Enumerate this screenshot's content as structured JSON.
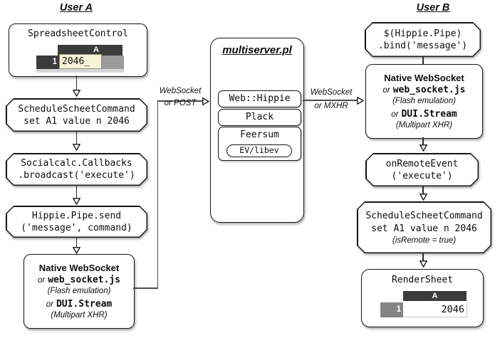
{
  "headings": {
    "user_a": "User A",
    "user_b": "User B"
  },
  "left_column": {
    "spreadsheet_control": {
      "title": "SpreadsheetControl",
      "sheet": {
        "col_header": "A",
        "row_header": "1",
        "cell_value": "2046_"
      }
    },
    "schedule_command": {
      "line1": "ScheduleScheetCommand",
      "line2": "set A1 value n 2046"
    },
    "socialcalc_callbacks": {
      "line1": "Socialcalc.Callbacks",
      "line2": ".broadcast('execute')"
    },
    "hippie_pipe_send": {
      "line1": "Hippie.Pipe.send",
      "line2": "('message', command)"
    }
  },
  "websocket_stack": {
    "title": "Native WebSocket",
    "or1": "or",
    "lib1": "web_socket.js",
    "note1": "(Flash emulation)",
    "or2": "or",
    "lib2": "DUI.Stream",
    "note2": "(Multipart XHR)"
  },
  "server": {
    "title": "multiserver.pl",
    "layers": [
      "Web::Hippie",
      "Plack",
      "Feersum"
    ],
    "engine": "EV/libev"
  },
  "connectors": {
    "left": {
      "label_top": "WebSocket",
      "label_bottom": "or POST"
    },
    "right": {
      "label_top": "WebSocket",
      "label_bottom": "or MXHR"
    }
  },
  "right_column": {
    "hippie_pipe_bind": {
      "line1": "$(Hippie.Pipe)",
      "line2": ".bind('message')"
    },
    "on_remote_event": {
      "line1": "onRemoteEvent",
      "line2": "('execute')"
    },
    "schedule_command": {
      "line1": "ScheduleScheetCommand",
      "line2": "set A1 value n 2046",
      "line3": "(isRemote = true)"
    },
    "render_sheet": {
      "title": "RenderSheet",
      "sheet": {
        "col_header": "A",
        "row_header": "1",
        "cell_value": "2046"
      }
    }
  },
  "colors": {
    "sheet_header_dark": "#3b3b3b",
    "sheet_row_gray": "#9c9c9c",
    "edit_cell_fill": "#f6f3d9",
    "edit_cell_border": "#8f8f78",
    "render_row_header_gray": "#848484",
    "connector_line": "#4a4a4a"
  }
}
